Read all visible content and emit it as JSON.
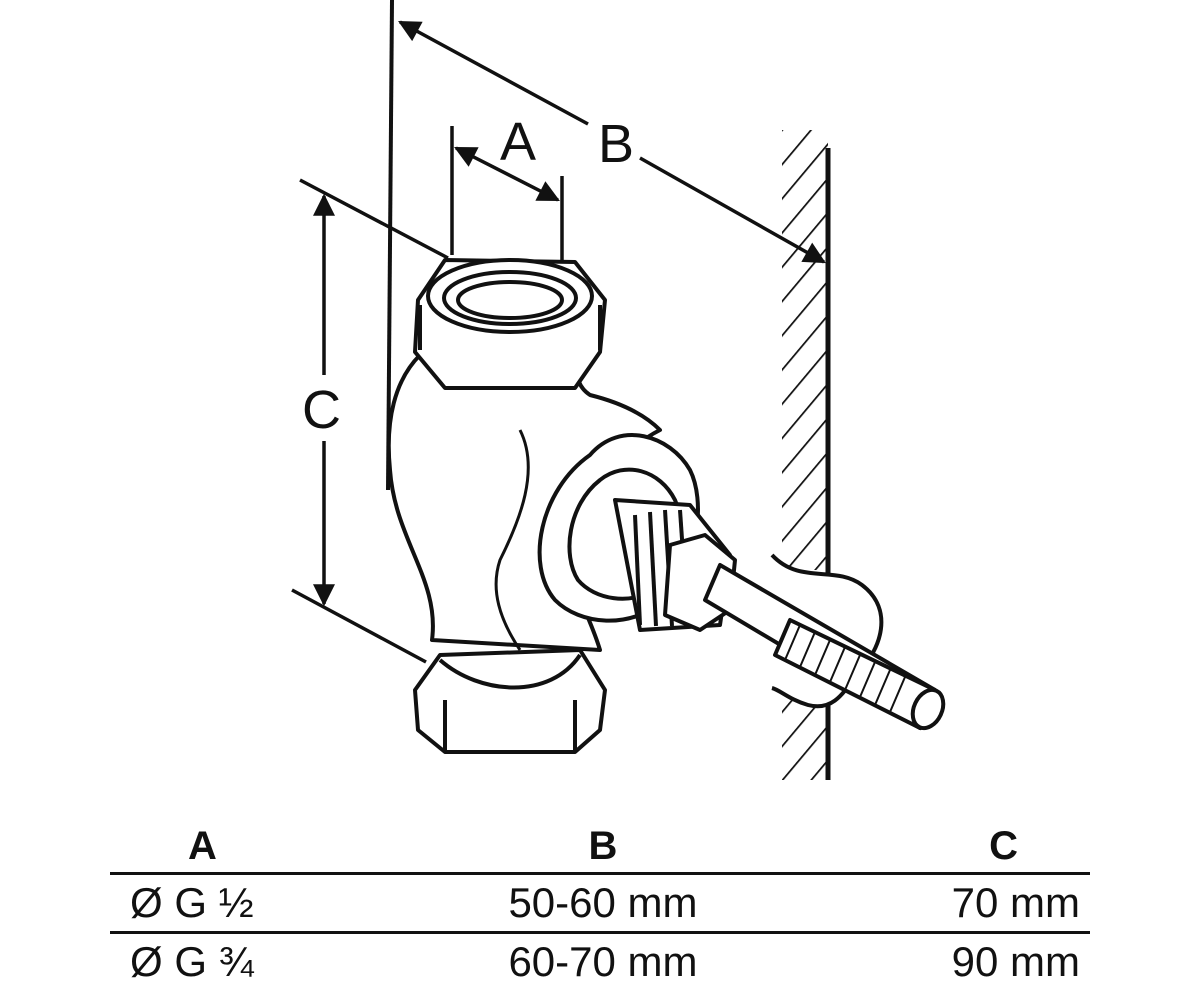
{
  "diagram": {
    "dimension_labels": {
      "a": "A",
      "b": "B",
      "c": "C"
    }
  },
  "table": {
    "headers": [
      "A",
      "B",
      "C"
    ],
    "rows": [
      [
        "Ø G ½",
        "50-60 mm",
        "70 mm"
      ],
      [
        "Ø G ¾",
        "60-70 mm",
        "90 mm"
      ]
    ]
  }
}
